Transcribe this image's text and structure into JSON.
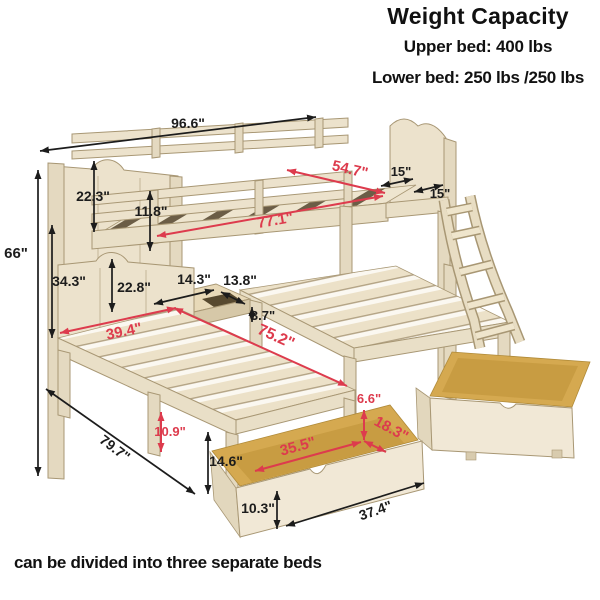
{
  "header": {
    "title": "Weight Capacity",
    "upper": "Upper bed: 400 lbs",
    "lower": "Lower bed: 250 lbs /250 lbs"
  },
  "caption": "can be divided into three separate beds",
  "dims": {
    "overall_length": "96.6\"",
    "overall_height": "66\"",
    "upper_headboard": "22.3\"",
    "upper_rail": "11.8\"",
    "lower_headboard": "34.3\"",
    "lower_panel": "22.8\"",
    "cubby_width": "14.3\"",
    "cubby_depth": "13.8\"",
    "cubby_thick": "3.7\"",
    "upper_width": "54.7\"",
    "upper_length": "77.1\"",
    "overhang": "15\"",
    "overhang2": "15\"",
    "twin_width": "39.4\"",
    "twin_length": "75.2\"",
    "overall_depth": "79.7\"",
    "clearance": "10.9\"",
    "leg_height": "14.6\"",
    "drawer_height": "10.3\"",
    "drawer_front": "37.4\"",
    "drawer_inner_length": "35.5\"",
    "drawer_inner_width": "18.3\"",
    "drawer_gap": "6.6\""
  },
  "colors": {
    "accent_red": "#dd3b4d",
    "text": "#1c1c1c",
    "wood_light": "#ece2cc",
    "wood_dark": "#d9cdb2",
    "drawer_interior": "#d5a950"
  }
}
